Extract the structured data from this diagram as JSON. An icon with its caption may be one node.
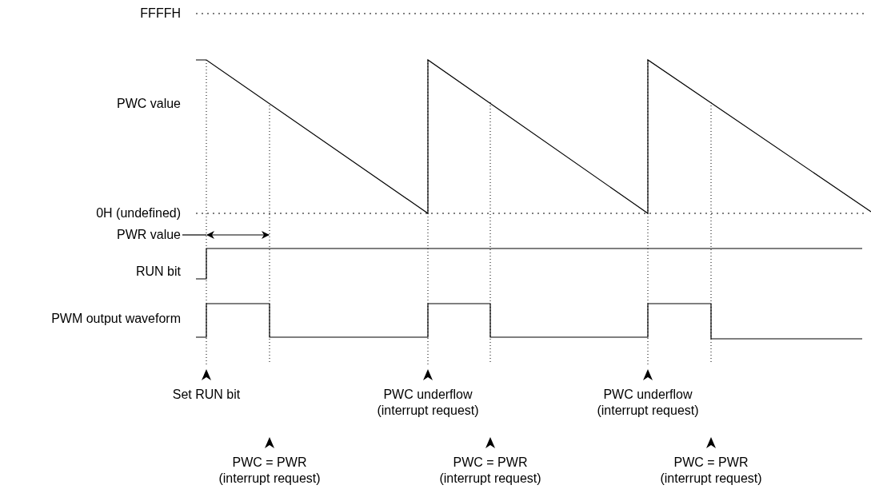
{
  "diagram": {
    "labels": [
      "FFFFH",
      "PWC value",
      "0H (undefined)",
      "PWR value",
      "RUN bit",
      "PWM output waveform",
      "Set RUN bit",
      "PWC underflow (interrupt request)",
      "PWC underflow (interrupt request)",
      "PWC = PWR (interrupt request)",
      "PWC = PWR (interrupt request)",
      "PWC = PWR (interrupt request)"
    ]
  }
}
